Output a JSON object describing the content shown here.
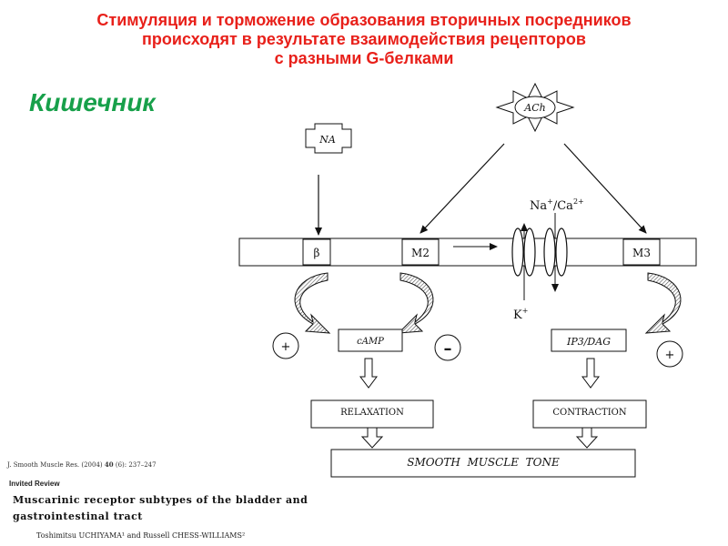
{
  "title": {
    "line1": "Стимуляция и торможение образования вторичных посредников",
    "line2": "происходят в результате взаимодействия рецепторов",
    "line3": "с разными G-белками"
  },
  "section_label": "Кишечник",
  "diagram": {
    "ach": "ACh",
    "na": "NA",
    "ions": "Na+/Ca2+",
    "ion_na": "Na",
    "ion_ca": "Ca",
    "ion_na_charge": "+",
    "ion_ca_charge": "2+",
    "ion_k": "K",
    "ion_k_charge": "+",
    "receptor_beta": "β",
    "receptor_m2": "M2",
    "receptor_m3": "M3",
    "camp": "cAMP",
    "ip3dag": "IP3/DAG",
    "plus": "+",
    "minus": "–",
    "relaxation": "RELAXATION",
    "contraction": "CONTRACTION",
    "tone": "SMOOTH  MUSCLE  TONE"
  },
  "citation": {
    "journal": "J. Smooth Muscle Res. (2004) ",
    "volume": "40",
    "pages": " (6): 237–247",
    "invited": "Invited Review",
    "title_line1": "Muscarinic receptor subtypes of the bladder and",
    "title_line2": "gastrointestinal tract",
    "authors": "Toshimitsu UCHIYAMA¹ and Russell CHESS-WILLIAMS²"
  },
  "colors": {
    "title": "#e8201a",
    "section": "#17a04a"
  }
}
